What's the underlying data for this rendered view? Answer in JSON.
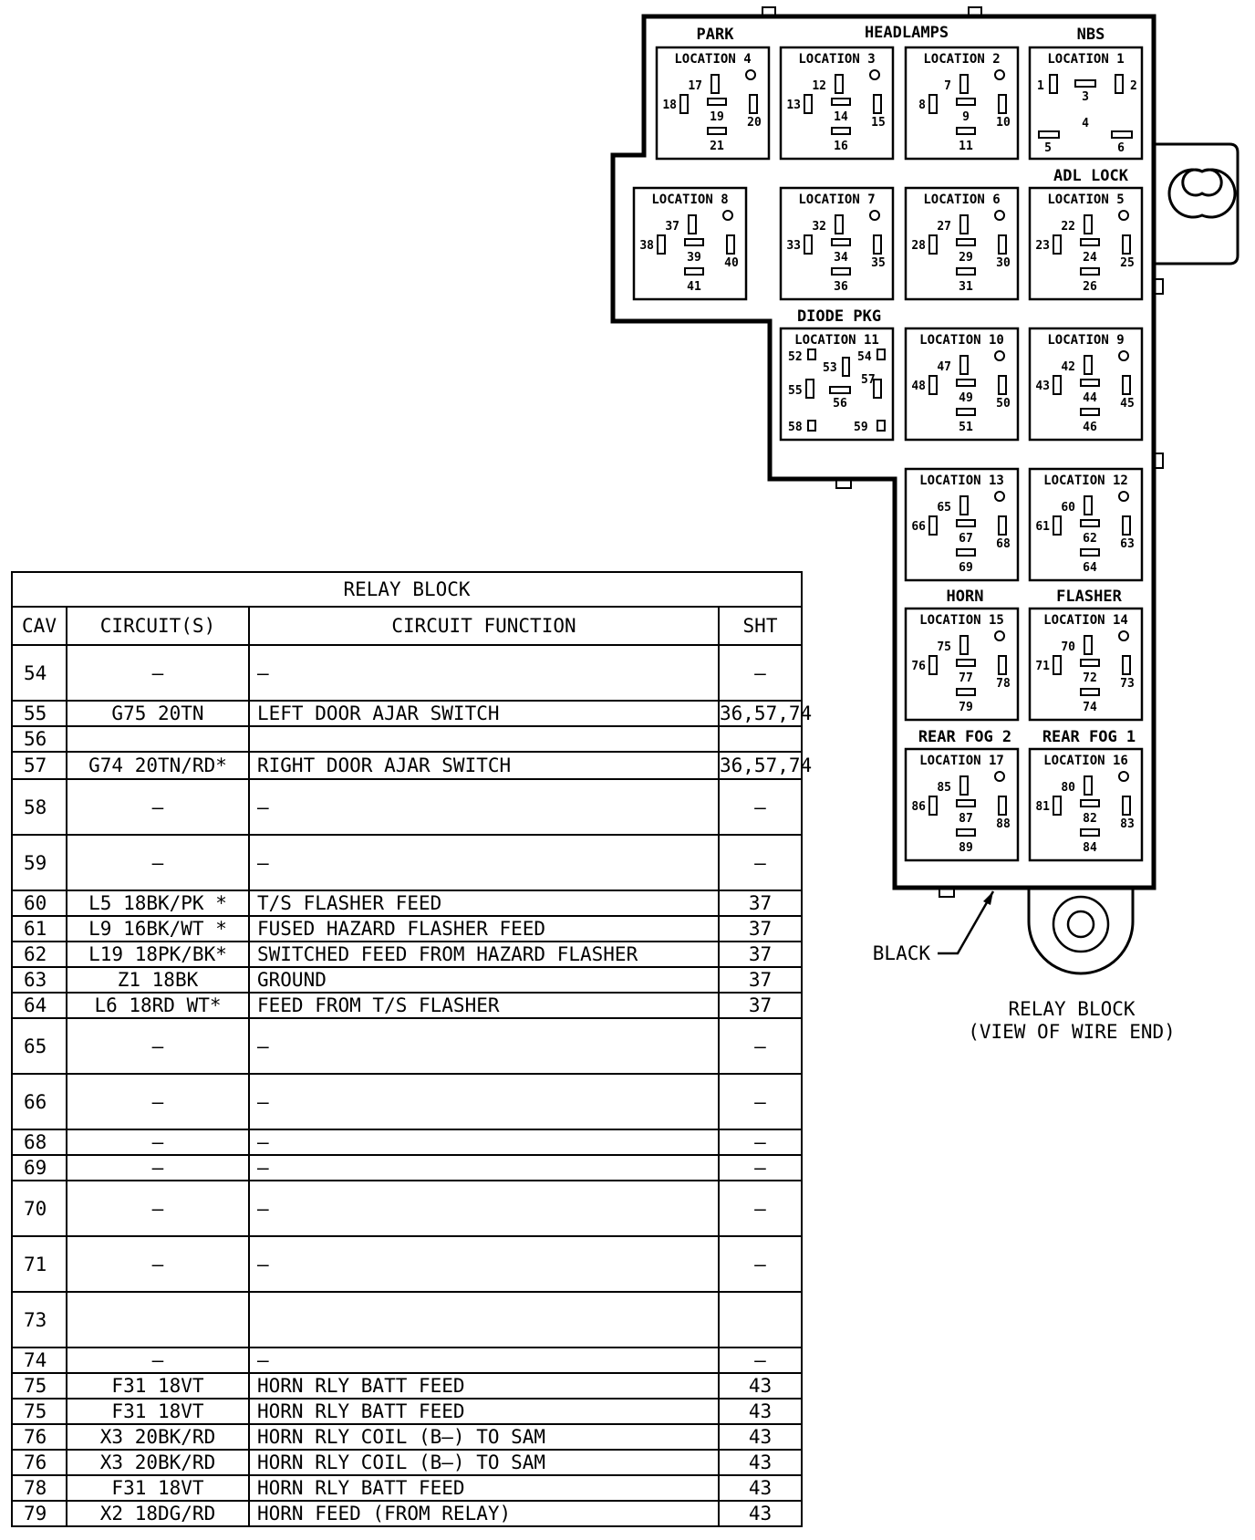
{
  "diagram": {
    "top_labels": [
      "PARK",
      "HEADLAMPS",
      "NBS"
    ],
    "mid_labels": [
      "ADL LOCK",
      "DIODE PKG",
      "HORN",
      "FLASHER",
      "REAR FOG 2",
      "REAR FOG 1"
    ],
    "color_label": "BLACK",
    "caption_line1": "RELAY BLOCK",
    "caption_line2": "(VIEW OF WIRE END)",
    "locations": [
      {
        "name": "LOCATION 4",
        "pins": [
          "17",
          "18",
          "19",
          "20",
          "21"
        ]
      },
      {
        "name": "LOCATION 3",
        "pins": [
          "12",
          "13",
          "14",
          "15",
          "16"
        ]
      },
      {
        "name": "LOCATION 2",
        "pins": [
          "7",
          "8",
          "9",
          "10",
          "11"
        ]
      },
      {
        "name": "LOCATION 1",
        "pins": [
          "1",
          "2",
          "3",
          "4",
          "5",
          "6"
        ]
      },
      {
        "name": "LOCATION 8",
        "pins": [
          "37",
          "38",
          "39",
          "40",
          "41"
        ]
      },
      {
        "name": "LOCATION 7",
        "pins": [
          "32",
          "33",
          "34",
          "35",
          "36"
        ]
      },
      {
        "name": "LOCATION 6",
        "pins": [
          "27",
          "28",
          "29",
          "30",
          "31"
        ]
      },
      {
        "name": "LOCATION 5",
        "pins": [
          "22",
          "23",
          "24",
          "25",
          "26"
        ]
      },
      {
        "name": "LOCATION 11",
        "pins": [
          "52",
          "53",
          "54",
          "55",
          "56",
          "57",
          "58",
          "59"
        ]
      },
      {
        "name": "LOCATION 10",
        "pins": [
          "47",
          "48",
          "49",
          "50",
          "51"
        ]
      },
      {
        "name": "LOCATION 9",
        "pins": [
          "42",
          "43",
          "44",
          "45",
          "46"
        ]
      },
      {
        "name": "LOCATION 13",
        "pins": [
          "65",
          "66",
          "67",
          "68",
          "69"
        ]
      },
      {
        "name": "LOCATION 12",
        "pins": [
          "60",
          "61",
          "62",
          "63",
          "64"
        ]
      },
      {
        "name": "LOCATION 15",
        "pins": [
          "75",
          "76",
          "77",
          "78",
          "79"
        ]
      },
      {
        "name": "LOCATION 14",
        "pins": [
          "70",
          "71",
          "72",
          "73",
          "74"
        ]
      },
      {
        "name": "LOCATION 17",
        "pins": [
          "85",
          "86",
          "87",
          "88",
          "89"
        ]
      },
      {
        "name": "LOCATION 16",
        "pins": [
          "80",
          "81",
          "82",
          "83",
          "84"
        ]
      }
    ]
  },
  "table": {
    "title": "RELAY BLOCK",
    "headers": [
      "CAV",
      "CIRCUIT(S)",
      "CIRCUIT FUNCTION",
      "SHT"
    ],
    "rows": [
      {
        "cav": "54",
        "circuit": "—",
        "function": "—",
        "sht": "—",
        "size": "tall"
      },
      {
        "cav": "55",
        "circuit": "G75 20TN",
        "function": "LEFT DOOR AJAR SWITCH",
        "sht": "36,57,74",
        "size": "short"
      },
      {
        "cav": "56",
        "circuit": "",
        "function": "",
        "sht": "",
        "size": "short"
      },
      {
        "cav": "57",
        "circuit": "G74 20TN/RD*",
        "function": "RIGHT DOOR AJAR SWITCH",
        "sht": "36,57,74",
        "size": "tall2"
      },
      {
        "cav": "58",
        "circuit": "—",
        "function": "—",
        "sht": "—",
        "size": "tall"
      },
      {
        "cav": "59",
        "circuit": "—",
        "function": "—",
        "sht": "—",
        "size": "tall"
      },
      {
        "cav": "60",
        "circuit": "L5 18BK/PK *",
        "function": "T/S FLASHER FEED",
        "sht": "37",
        "size": "short"
      },
      {
        "cav": "61",
        "circuit": "L9 16BK/WT *",
        "function": "FUSED HAZARD FLASHER FEED",
        "sht": "37",
        "size": "short"
      },
      {
        "cav": "62",
        "circuit": "L19 18PK/BK*",
        "function": "SWITCHED FEED FROM HAZARD FLASHER",
        "sht": "37",
        "size": "short"
      },
      {
        "cav": "63",
        "circuit": "Z1 18BK",
        "function": "GROUND",
        "sht": "37",
        "size": "short"
      },
      {
        "cav": "64",
        "circuit": "L6 18RD WT*",
        "function": "FEED FROM T/S FLASHER",
        "sht": "37",
        "size": "short"
      },
      {
        "cav": "65",
        "circuit": "—",
        "function": "—",
        "sht": "—",
        "size": "tall"
      },
      {
        "cav": "66",
        "circuit": "—",
        "function": "—",
        "sht": "—",
        "size": "tall"
      },
      {
        "cav": "68",
        "circuit": "—",
        "function": "—",
        "sht": "—",
        "size": "short"
      },
      {
        "cav": "69",
        "circuit": "—",
        "function": "—",
        "sht": "—",
        "size": "short"
      },
      {
        "cav": "70",
        "circuit": "—",
        "function": "—",
        "sht": "—",
        "size": "tall"
      },
      {
        "cav": "71",
        "circuit": "—",
        "function": "—",
        "sht": "—",
        "size": "tall"
      },
      {
        "cav": "73",
        "circuit": "",
        "function": "",
        "sht": "",
        "size": "tall"
      },
      {
        "cav": "74",
        "circuit": "—",
        "function": "—",
        "sht": "—",
        "size": "short"
      },
      {
        "cav": "75",
        "circuit": "F31 18VT",
        "function": "HORN RLY BATT FEED",
        "sht": "43",
        "size": "short"
      },
      {
        "cav": "75",
        "circuit": "F31 18VT",
        "function": "HORN RLY BATT FEED",
        "sht": "43",
        "size": "short"
      },
      {
        "cav": "76",
        "circuit": "X3 20BK/RD",
        "function": "HORN RLY COIL (B—) TO SAM",
        "sht": "43",
        "size": "short"
      },
      {
        "cav": "76",
        "circuit": "X3 20BK/RD",
        "function": "HORN RLY COIL (B—) TO SAM",
        "sht": "43",
        "size": "short"
      },
      {
        "cav": "78",
        "circuit": "F31 18VT",
        "function": "HORN RLY BATT FEED",
        "sht": "43",
        "size": "short"
      },
      {
        "cav": "79",
        "circuit": "X2 18DG/RD",
        "function": "HORN FEED (FROM RELAY)",
        "sht": "43",
        "size": "short"
      }
    ]
  }
}
